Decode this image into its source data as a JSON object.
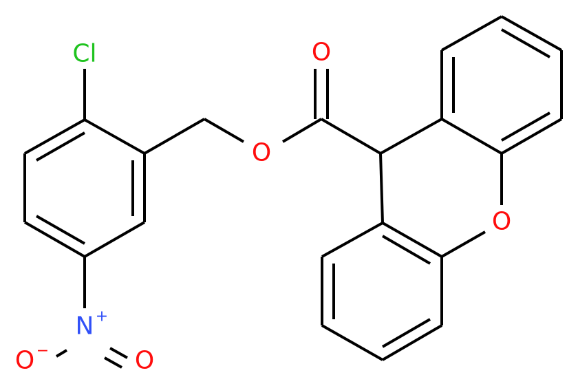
{
  "diagram": {
    "type": "chemical-structure",
    "background": "#ffffff",
    "bond_color": "#000000",
    "atoms": {
      "chlorine": {
        "label": "Cl",
        "color": "#1fc31f"
      },
      "ester_oxygen": {
        "label": "O",
        "color": "#ff0d0d"
      },
      "carbonyl_oxygen": {
        "label": "O",
        "color": "#ff0d0d"
      },
      "ring_oxygen": {
        "label": "O",
        "color": "#ff0d0d"
      },
      "nitro_nitrogen": {
        "label": "N",
        "charge": "+",
        "color": "#3050f8"
      },
      "nitro_oxygen_minus": {
        "label": "O",
        "charge": "−",
        "color": "#ff0d0d"
      },
      "nitro_oxygen_double": {
        "label": "O",
        "color": "#ff0d0d"
      }
    }
  }
}
